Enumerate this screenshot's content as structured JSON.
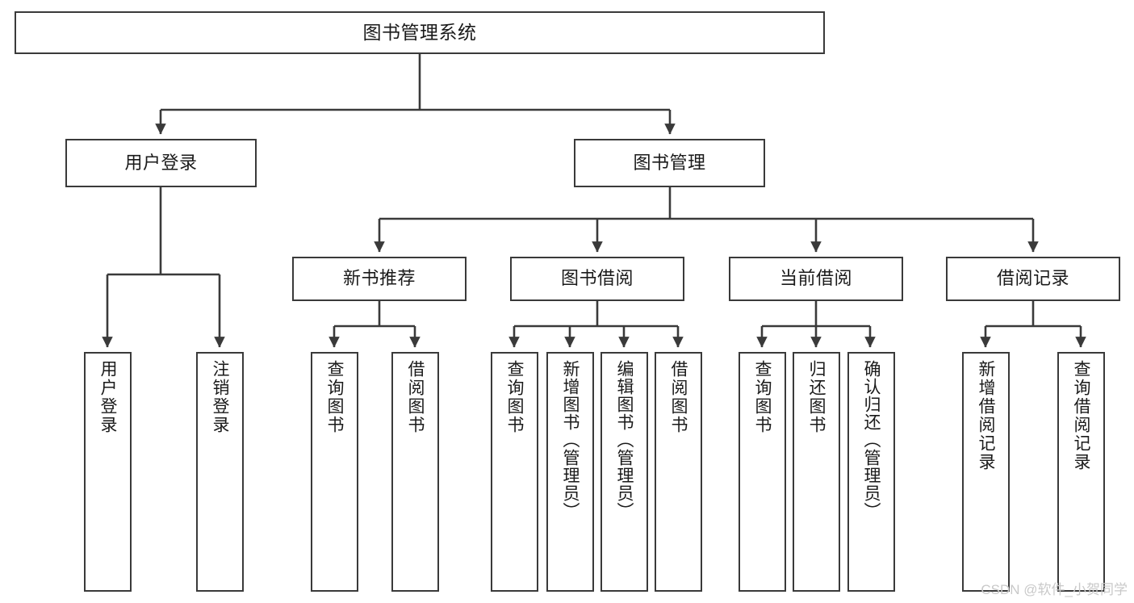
{
  "diagram": {
    "title": "图书管理系统",
    "type": "tree-hierarchy-diagram",
    "stroke_color": "#3a3a3a",
    "background_color": "#ffffff",
    "text_color": "#1a1a1a"
  },
  "nodes": {
    "root": {
      "label": "图书管理系统"
    },
    "level2": [
      {
        "label": "用户登录"
      },
      {
        "label": "图书管理"
      }
    ],
    "level3": [
      {
        "label": "新书推荐"
      },
      {
        "label": "图书借阅"
      },
      {
        "label": "当前借阅"
      },
      {
        "label": "借阅记录"
      }
    ],
    "leaves_user_login": [
      {
        "label": "用户登录"
      },
      {
        "label": "注销登录"
      }
    ],
    "leaves_new_books": [
      {
        "label": "查询图书"
      },
      {
        "label": "借阅图书"
      }
    ],
    "leaves_borrow": [
      {
        "label": "查询图书"
      },
      {
        "label": "新增图书（管理员）"
      },
      {
        "label": "编辑图书（管理员）"
      },
      {
        "label": "借阅图书"
      }
    ],
    "leaves_current": [
      {
        "label": "查询图书"
      },
      {
        "label": "归还图书"
      },
      {
        "label": "确认归还（管理员）"
      }
    ],
    "leaves_records": [
      {
        "label": "新增借阅记录"
      },
      {
        "label": "查询借阅记录"
      }
    ]
  },
  "watermark": {
    "text": "CSDN @软件_小贺同学"
  }
}
